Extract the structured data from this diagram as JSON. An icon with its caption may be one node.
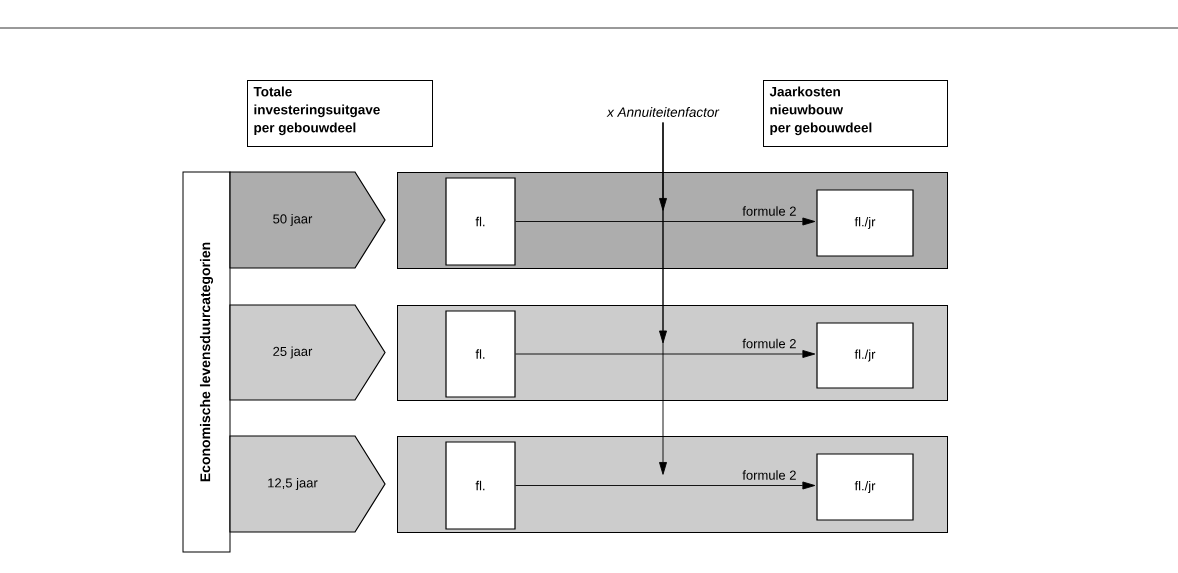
{
  "diagram": {
    "nodes": [
      {
        "text": [
          "Totale investeringsuitgave per gebouwdeel"
        ]
      },
      {
        "text": [
          "x Annuiteitenfactor"
        ]
      },
      {
        "text": [
          "Jaarkosten nieuwbouw per gebouwdeel"
        ]
      },
      {
        "text": [
          "Economische levensduurcategorien"
        ]
      },
      {
        "text": [
          "50 jaar"
        ]
      },
      {
        "text": [],
        "shape": "box"
      },
      {
        "text": [
          "fl."
        ],
        "in": 5
      },
      {
        "text": [
          "fl./jr"
        ],
        "in": 5
      },
      {
        "text": [
          "25 jaar"
        ]
      },
      {
        "text": [],
        "shape": "box"
      },
      {
        "text": [
          "fl."
        ],
        "in": 9
      },
      {
        "text": [
          "fl./jr"
        ],
        "in": 9
      },
      {
        "text": [
          "12,5 jaar"
        ]
      },
      {
        "text": [],
        "shape": "box"
      },
      {
        "text": [
          "fl."
        ],
        "in": 13
      },
      {
        "text": [
          "fl./jr"
        ],
        "in": 13
      }
    ],
    "edges": [
      {
        "from": 6,
        "to": 7,
        "arrow": "to",
        "label": "formule 2"
      },
      {
        "from": 10,
        "to": 11,
        "arrow": "to",
        "label": "formule 2"
      },
      {
        "from": 14,
        "to": 15,
        "arrow": "to",
        "label": "formule 2"
      },
      {
        "from": 1,
        "to": null,
        "arrow": "to"
      },
      {
        "from": 1,
        "to": null,
        "arrow": "to"
      },
      {
        "from": 1,
        "to": null,
        "arrow": "to"
      }
    ]
  }
}
